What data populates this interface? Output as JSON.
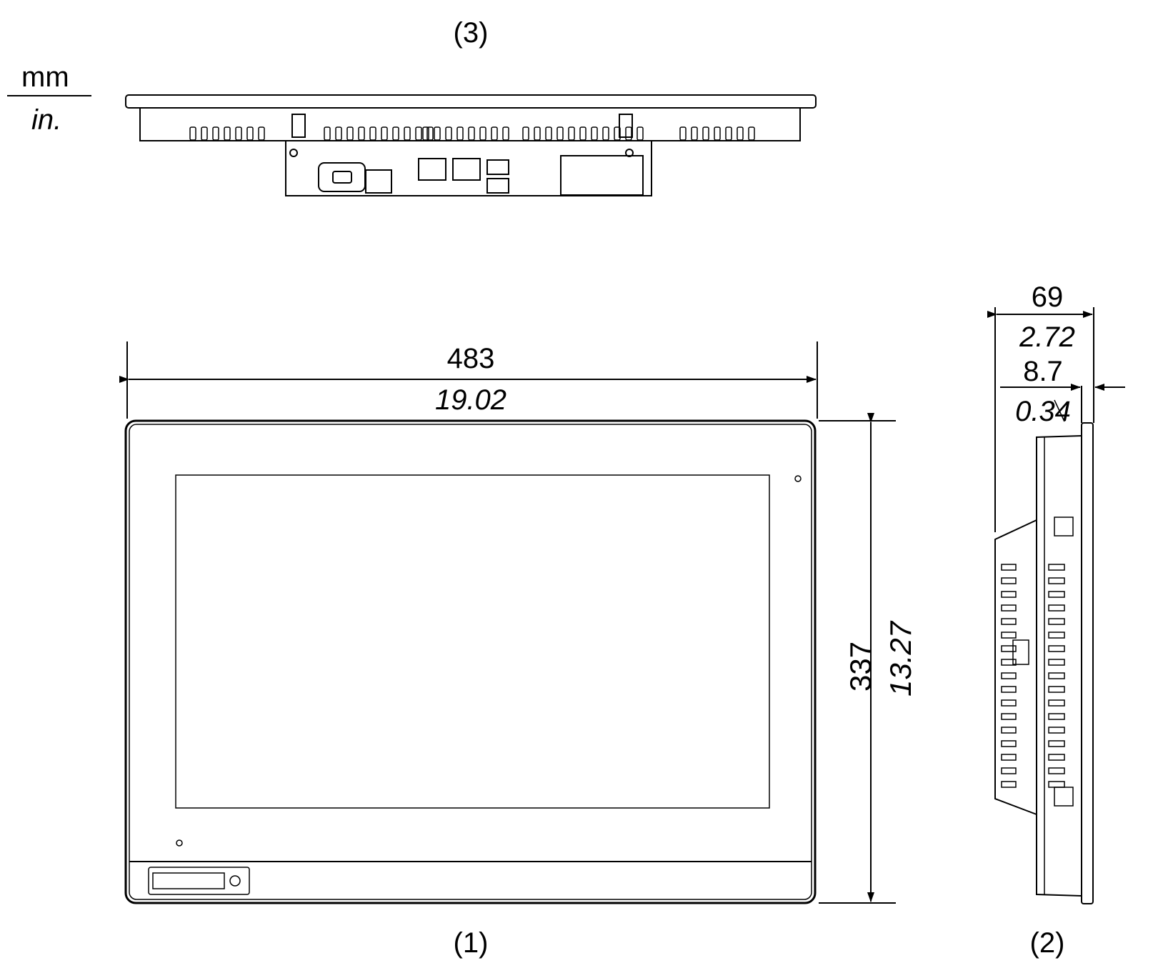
{
  "units": {
    "metric": "mm",
    "imperial": "in."
  },
  "views": {
    "top": "(3)",
    "front": "(1)",
    "side": "(2)"
  },
  "dimensions": {
    "width": {
      "mm": "483",
      "in": "19.02"
    },
    "height": {
      "mm": "337",
      "in": "13.27"
    },
    "depth": {
      "mm": "69",
      "in": "2.72"
    },
    "bezel_depth": {
      "mm": "8.7",
      "in": "0.34"
    }
  }
}
